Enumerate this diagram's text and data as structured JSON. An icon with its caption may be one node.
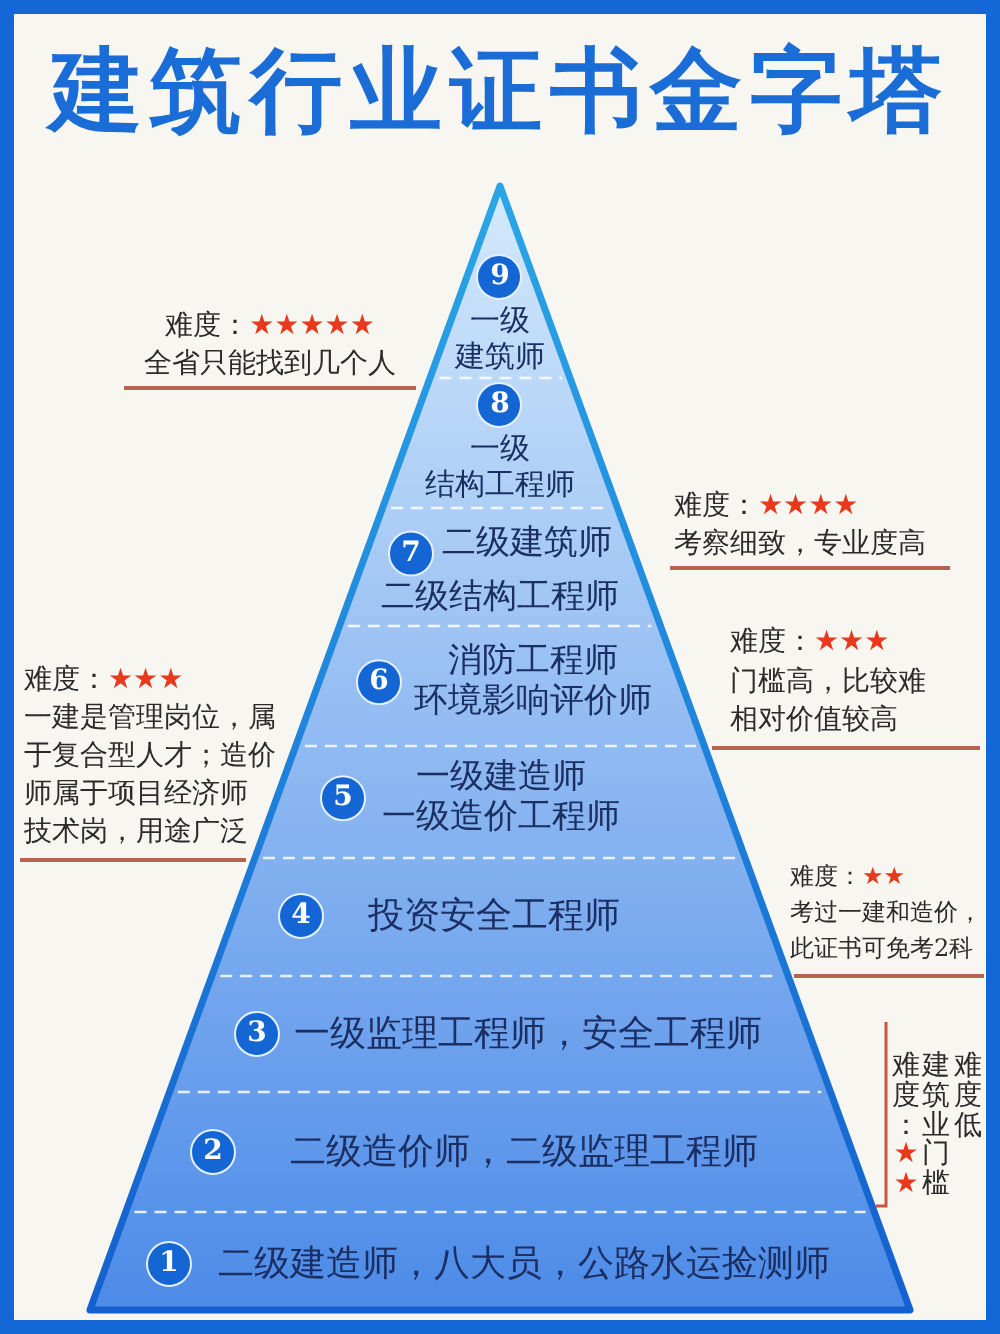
{
  "diagram": {
    "title": "建筑行业证书金字塔",
    "nodes": [
      {
        "text": [
          "9",
          "一级建筑师"
        ]
      },
      {
        "text": [
          "8",
          "一级结构工程师"
        ]
      },
      {
        "text": [
          "7",
          "二级建筑师",
          "二级结构工程师"
        ]
      },
      {
        "text": [
          "6",
          "消防工程师",
          "环境影响评价师"
        ]
      },
      {
        "text": [
          "5",
          "一级建造师",
          "一级造价工程师"
        ]
      },
      {
        "text": [
          "4",
          "投资安全工程师"
        ]
      },
      {
        "text": [
          "3",
          "一级监理工程师，安全工程师"
        ]
      },
      {
        "text": [
          "2",
          "二级造价师，二级监理工程师"
        ]
      },
      {
        "text": [
          "1",
          "二级建造师，八大员，公路水运捡测师"
        ]
      }
    ],
    "labels": [
      "难度：",
      "★★★★★",
      "全省只能找到几个人",
      "难度：",
      "★★★★",
      "考察细致，专业度高",
      "难度：",
      "★★★",
      "门槛高，比较难相对价值较高",
      "难度：",
      "★★★",
      "一建是管理岗位，属于复合型人才；造价师属于项目经济师技术岗，用途广泛",
      "难度：",
      "★★",
      "考过一建和造价，此证书可免考2科",
      "难度：",
      "★★",
      "建筑业门槛难度低"
    ]
  }
}
